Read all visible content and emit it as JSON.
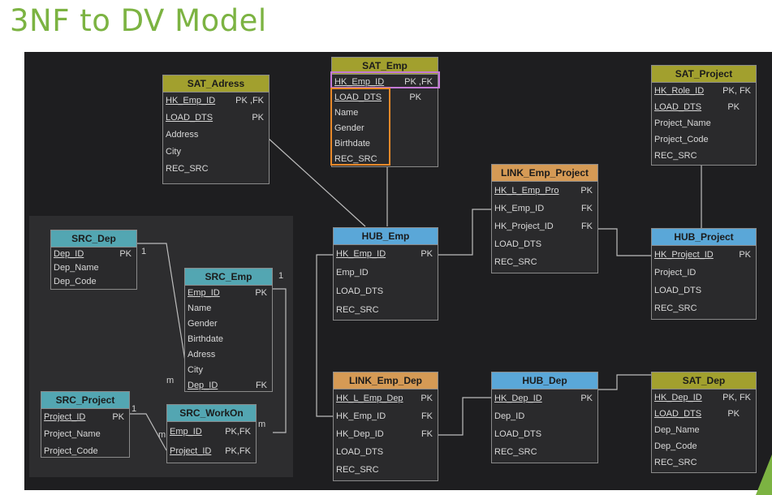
{
  "title": "3NF to DV Model",
  "colors": {
    "title": "#7cb342",
    "sat": "#a2a02e",
    "hub": "#5aa7d8",
    "link": "#d59a55",
    "src": "#53a6b2",
    "highlight_pk": "#c57ad7",
    "highlight_attrs": "#e8892a"
  },
  "tables": {
    "sat_adress": {
      "name": "SAT_Adress",
      "rows": [
        {
          "label": "HK_Emp_ID",
          "key": "PK ,FK"
        },
        {
          "label": "LOAD_DTS",
          "key": "PK"
        },
        {
          "label": "Address",
          "key": ""
        },
        {
          "label": "City",
          "key": ""
        },
        {
          "label": "REC_SRC",
          "key": ""
        }
      ]
    },
    "sat_emp": {
      "name": "SAT_Emp",
      "rows": [
        {
          "label": "HK_Emp_ID",
          "key": "PK ,FK"
        },
        {
          "label": "LOAD_DTS",
          "key": "PK"
        },
        {
          "label": "Name",
          "key": ""
        },
        {
          "label": "Gender",
          "key": ""
        },
        {
          "label": "Birthdate",
          "key": ""
        },
        {
          "label": "REC_SRC",
          "key": ""
        }
      ]
    },
    "sat_project": {
      "name": "SAT_Project",
      "rows": [
        {
          "label": "HK_Role_ID",
          "key": "PK, FK"
        },
        {
          "label": "LOAD_DTS",
          "key": "PK"
        },
        {
          "label": "Project_Name",
          "key": ""
        },
        {
          "label": "Project_Code",
          "key": ""
        },
        {
          "label": "REC_SRC",
          "key": ""
        }
      ]
    },
    "link_emp_project": {
      "name": "LINK_Emp_Project",
      "rows": [
        {
          "label": "HK_L_Emp_Pro",
          "key": "PK"
        },
        {
          "label": "HK_Emp_ID",
          "key": "FK"
        },
        {
          "label": "HK_Project_ID",
          "key": "FK"
        },
        {
          "label": "LOAD_DTS",
          "key": ""
        },
        {
          "label": "REC_SRC",
          "key": ""
        }
      ]
    },
    "hub_emp": {
      "name": "HUB_Emp",
      "rows": [
        {
          "label": "HK_Emp_ID",
          "key": "PK"
        },
        {
          "label": "Emp_ID",
          "key": ""
        },
        {
          "label": "LOAD_DTS",
          "key": ""
        },
        {
          "label": "REC_SRC",
          "key": ""
        }
      ]
    },
    "hub_project": {
      "name": "HUB_Project",
      "rows": [
        {
          "label": "HK_Project_ID",
          "key": "PK"
        },
        {
          "label": "Project_ID",
          "key": ""
        },
        {
          "label": "LOAD_DTS",
          "key": ""
        },
        {
          "label": "REC_SRC",
          "key": ""
        }
      ]
    },
    "src_dep": {
      "name": "SRC_Dep",
      "rows": [
        {
          "label": "Dep_ID",
          "key": "PK"
        },
        {
          "label": "Dep_Name",
          "key": ""
        },
        {
          "label": "Dep_Code",
          "key": ""
        }
      ]
    },
    "src_emp": {
      "name": "SRC_Emp",
      "rows": [
        {
          "label": "Emp_ID",
          "key": "PK"
        },
        {
          "label": "Name",
          "key": ""
        },
        {
          "label": "Gender",
          "key": ""
        },
        {
          "label": "Birthdate",
          "key": ""
        },
        {
          "label": "Adress",
          "key": ""
        },
        {
          "label": "City",
          "key": ""
        },
        {
          "label": "Dep_ID",
          "key": "FK"
        }
      ]
    },
    "src_project": {
      "name": "SRC_Project",
      "rows": [
        {
          "label": "Project_ID",
          "key": "PK"
        },
        {
          "label": "Project_Name",
          "key": ""
        },
        {
          "label": "Project_Code",
          "key": ""
        }
      ]
    },
    "src_workon": {
      "name": "SRC_WorkOn",
      "rows": [
        {
          "label": "Emp_ID",
          "key": "PK,FK"
        },
        {
          "label": "Project_ID",
          "key": "PK,FK"
        }
      ]
    },
    "link_emp_dep": {
      "name": "LINK_Emp_Dep",
      "rows": [
        {
          "label": "HK_L_Emp_Dep",
          "key": "PK"
        },
        {
          "label": "HK_Emp_ID",
          "key": "FK"
        },
        {
          "label": "HK_Dep_ID",
          "key": "FK"
        },
        {
          "label": "LOAD_DTS",
          "key": ""
        },
        {
          "label": "REC_SRC",
          "key": ""
        }
      ]
    },
    "hub_dep": {
      "name": "HUB_Dep",
      "rows": [
        {
          "label": "HK_Dep_ID",
          "key": "PK"
        },
        {
          "label": "Dep_ID",
          "key": ""
        },
        {
          "label": "LOAD_DTS",
          "key": ""
        },
        {
          "label": "REC_SRC",
          "key": ""
        }
      ]
    },
    "sat_dep": {
      "name": "SAT_Dep",
      "rows": [
        {
          "label": "HK_Dep_ID",
          "key": "PK, FK"
        },
        {
          "label": "LOAD_DTS",
          "key": "PK"
        },
        {
          "label": "Dep_Name",
          "key": ""
        },
        {
          "label": "Dep_Code",
          "key": ""
        },
        {
          "label": "REC_SRC",
          "key": ""
        }
      ]
    }
  },
  "cardinality": {
    "one": "1",
    "many": "m"
  }
}
